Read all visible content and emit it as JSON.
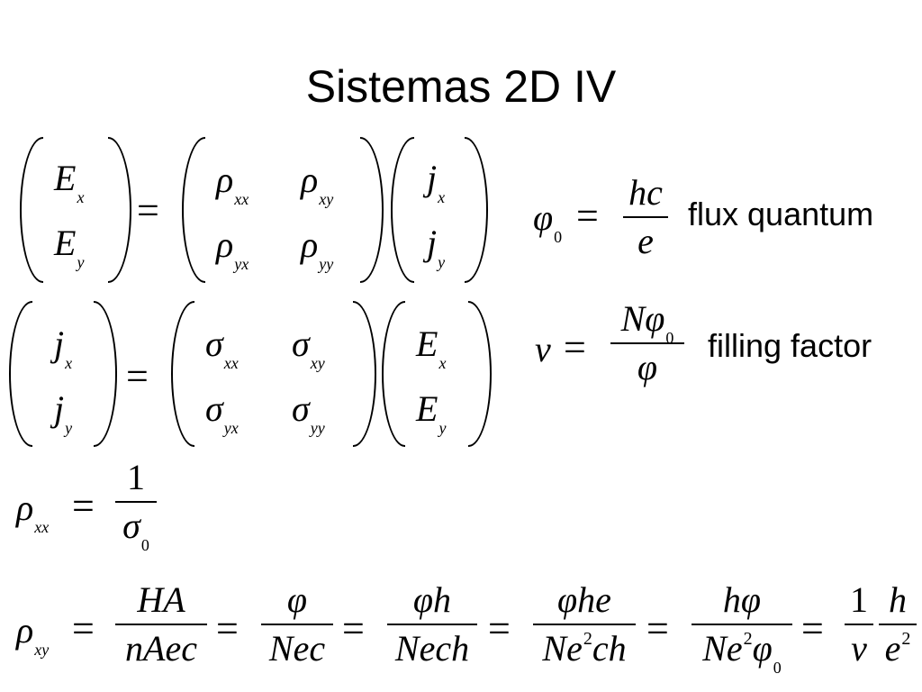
{
  "slide": {
    "title": "Sistemas 2D IV",
    "labels": {
      "flux": "flux quantum",
      "filling": "filling factor"
    },
    "eq1": {
      "lhs": [
        [
          "E",
          "x"
        ],
        [
          "E",
          "y"
        ]
      ],
      "matrix": [
        [
          [
            "ρ",
            "xx"
          ],
          [
            "ρ",
            "xy"
          ]
        ],
        [
          [
            "ρ",
            "yx"
          ],
          [
            "ρ",
            "yy"
          ]
        ]
      ],
      "rhs": [
        [
          "j",
          "x"
        ],
        [
          "j",
          "y"
        ]
      ]
    },
    "eq2": {
      "lhs": [
        [
          "j",
          "x"
        ],
        [
          "j",
          "y"
        ]
      ],
      "matrix": [
        [
          [
            "σ",
            "xx"
          ],
          [
            "σ",
            "xy"
          ]
        ],
        [
          [
            "σ",
            "yx"
          ],
          [
            "σ",
            "yy"
          ]
        ]
      ],
      "rhs": [
        [
          "E",
          "x"
        ],
        [
          "E",
          "y"
        ]
      ]
    },
    "flux_eq": {
      "lhs_sym": "φ",
      "lhs_sub": "0",
      "num": "hc",
      "den": "e"
    },
    "filling_eq": {
      "lhs_sym": "ν",
      "num_a": "Nφ",
      "num_sub": "0",
      "den": "φ"
    },
    "rho_xx_eq": {
      "lhs_sym": "ρ",
      "lhs_sub": "xx",
      "num": "1",
      "den_sym": "σ",
      "den_sub": "0"
    },
    "rho_xy_eq": {
      "lhs_sym": "ρ",
      "lhs_sub": "xy",
      "f1_num": "HA",
      "f1_den": "nAec",
      "f2_num": "φ",
      "f2_den": "Nec",
      "f3_num": "φh",
      "f3_den": "Nech",
      "f4_num": "φhe",
      "f4_den_a": "Ne",
      "f4_den_sup": "2",
      "f4_den_b": "ch",
      "f5_num": "hφ",
      "f5_den_a": "Ne",
      "f5_den_sup": "2",
      "f5_den_b": "φ",
      "f5_den_sub": "0",
      "f6_num": "1",
      "f6_den": "ν",
      "f7_num": "h",
      "f7_den_a": "e",
      "f7_den_sup": "2"
    }
  }
}
